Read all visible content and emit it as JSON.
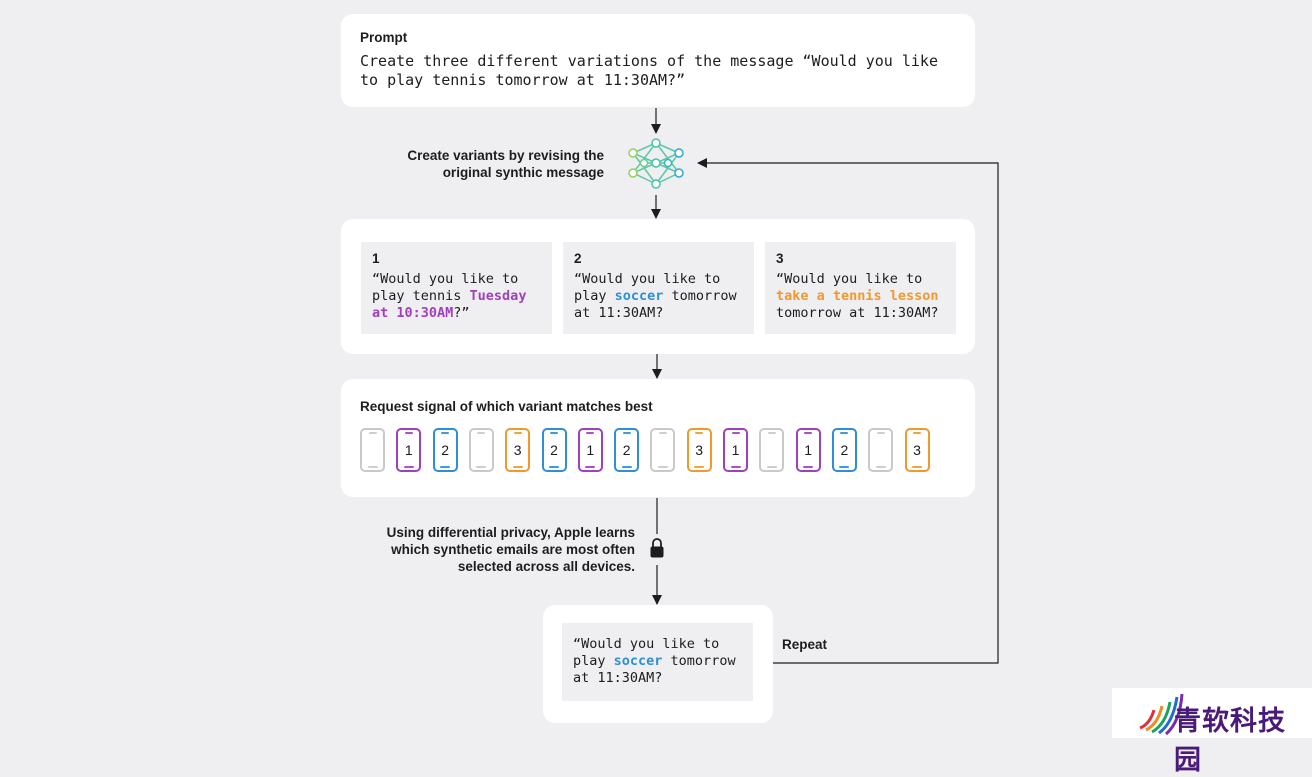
{
  "prompt": {
    "title": "Prompt",
    "text": "Create three different variations of the message “Would you like to play tennis tomorrow at 11:30AM?”"
  },
  "model_note": "Create variants by revising the original synthic message",
  "variants": [
    {
      "number": "1",
      "before": "“Would you like to\nplay tennis ",
      "highlight": "Tuesday\nat 10:30AM",
      "after": "?”",
      "color": "#a040c0"
    },
    {
      "number": "2",
      "before": "“Would you like to\nplay ",
      "highlight": "soccer",
      "after": " tomorrow\nat 11:30AM?",
      "color": "#2f8fd6"
    },
    {
      "number": "3",
      "before": "“Would you like to\n",
      "highlight": "take a tennis lesson",
      "after": "\ntomorrow at 11:30AM?",
      "color": "#f2982c"
    }
  ],
  "signal": {
    "title": "Request signal of which variant matches best",
    "phones": [
      "",
      "1",
      "2",
      "",
      "3",
      "2",
      "1",
      "2",
      "",
      "3",
      "1",
      "",
      "1",
      "2",
      "",
      "3"
    ]
  },
  "privacy_note": "Using differential privacy, Apple learns which synthetic emails are most often selected across all devices.",
  "result": {
    "before": "“Would you like to\nplay ",
    "highlight": "soccer",
    "after": " tomorrow\nat 11:30AM?"
  },
  "repeat_label": "Repeat",
  "colors": {
    "background": "#efeff1",
    "card": "#ffffff",
    "variant_1": "#a040c0",
    "variant_2": "#2f8fd6",
    "variant_3": "#f2982c",
    "unselected": "#c9c9cc"
  },
  "icons": [
    "neural-network-icon",
    "lock-icon",
    "phone-icon"
  ],
  "watermark": {
    "text": "青软科技园"
  }
}
